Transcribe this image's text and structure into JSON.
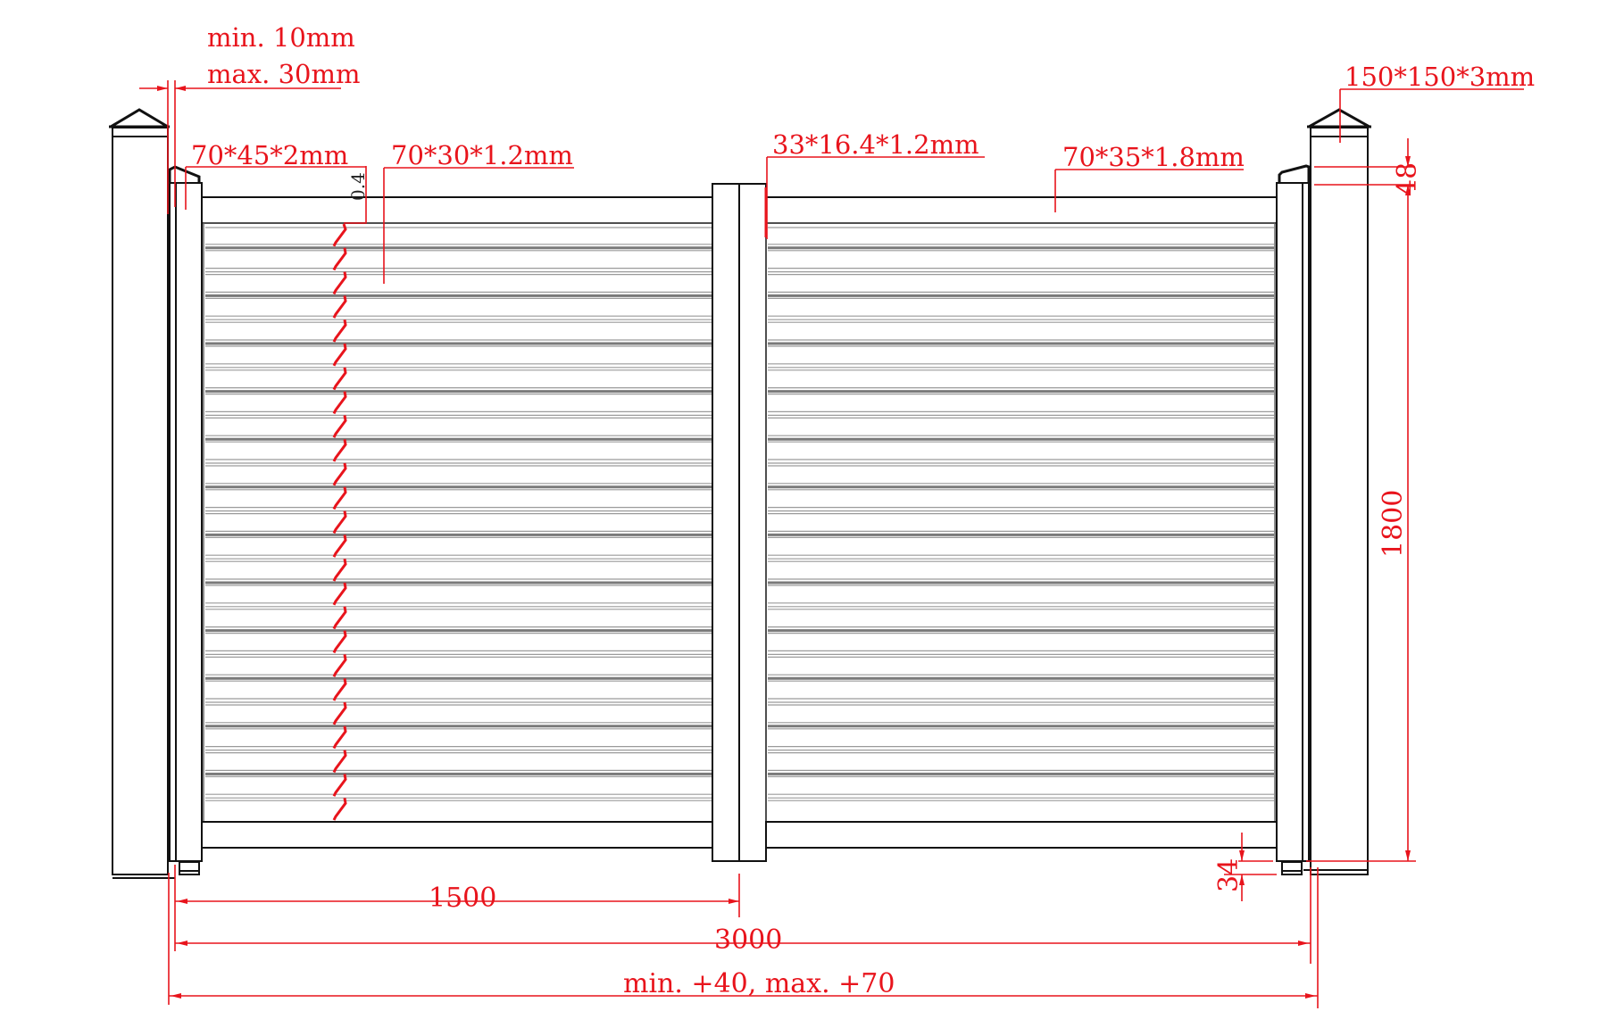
{
  "drawing": {
    "title": "Double swing gate elevation",
    "colors": {
      "line": "#111111",
      "dimension": "#e8141c",
      "slat": "#8a8a8a",
      "background": "#ffffff"
    }
  },
  "labels": {
    "gap_min": "min. 10mm",
    "gap_max": "max. 30mm",
    "hinge_profile": "70*45*2mm",
    "slat_profile": "70*30*1.2mm",
    "slat_gap": "0.4",
    "center_profile": "33*16.4*1.2mm",
    "rail_profile": "70*35*1.8mm",
    "post_profile": "150*150*3mm"
  },
  "dimensions": {
    "cap_gap": "48",
    "height": "1800",
    "ground_clearance": "34",
    "leaf_width": "1500",
    "total_width": "3000",
    "opening_allowance": "min. +40, max. +70"
  },
  "structure": {
    "leaves": 2,
    "slats_per_leaf": 25,
    "posts": 2
  }
}
